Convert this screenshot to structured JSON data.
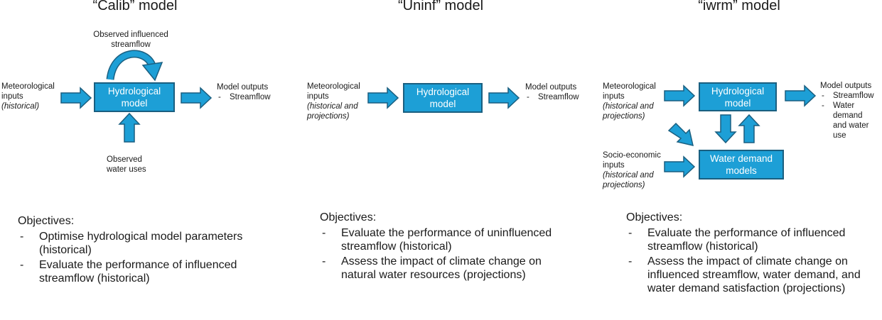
{
  "panels": [
    {
      "title": "“Calib” model",
      "inputs_label": "Meteorological inputs",
      "inputs_note": "(historical)",
      "box_label": "Hydrological model",
      "top_label": "Observed influenced streamflow",
      "bottom_label": "Observed water uses",
      "outputs_label": "Model outputs",
      "outputs": [
        "Streamflow"
      ],
      "objectives_title": "Objectives:",
      "objectives": [
        "Optimise hydrological model parameters (historical)",
        "Evaluate the performance of influenced streamflow (historical)"
      ]
    },
    {
      "title": "“Uninf” model",
      "inputs_label": "Meteorological inputs",
      "inputs_note": "(historical and projections)",
      "box_label": "Hydrological model",
      "outputs_label": "Model outputs",
      "outputs": [
        "Streamflow"
      ],
      "objectives_title": "Objectives:",
      "objectives": [
        "Evaluate the performance of uninfluenced streamflow (historical)",
        "Assess the impact of climate change on natural water resources (projections)"
      ]
    },
    {
      "title": "“iwrm” model",
      "inputs_label": "Meteorological inputs",
      "inputs_note": "(historical and projections)",
      "box_label": "Hydrological model",
      "box2_label": "Water demand models",
      "socio_label": "Socio-economic inputs",
      "socio_note": "(historical and projections)",
      "outputs_label": "Model outputs",
      "outputs": [
        "Streamflow",
        "Water demand and water use"
      ],
      "objectives_title": "Objectives:",
      "objectives": [
        "Evaluate the performance of influenced streamflow (historical)",
        "Assess the impact of climate change on influenced streamflow, water demand, and water demand satisfaction (projections)"
      ]
    }
  ],
  "colors": {
    "box_fill": "#1d9fd6",
    "box_border": "#1a5f80",
    "arrow_fill": "#1d9fd6",
    "arrow_border": "#1a5f80"
  }
}
